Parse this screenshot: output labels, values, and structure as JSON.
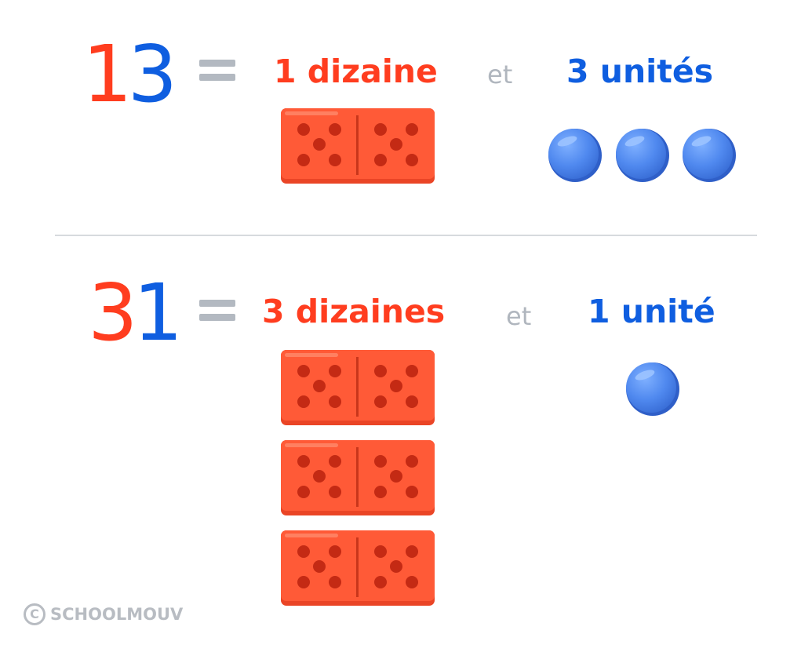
{
  "colors": {
    "tens": "#ff3d1f",
    "units": "#0f5ee0",
    "muted": "#b0b6be",
    "domino": "#ff5a37",
    "domino_dot": "#c42a14",
    "ball": "#4f8df0"
  },
  "rows": [
    {
      "number_tens_digit": "1",
      "number_units_digit": "3",
      "tens_label": "1 dizaine",
      "connector": "et",
      "units_label": "3 unités",
      "tens_count": 1,
      "units_count": 3
    },
    {
      "number_tens_digit": "3",
      "number_units_digit": "1",
      "tens_label": "3 dizaines",
      "connector": "et",
      "units_label": "1 unité",
      "tens_count": 3,
      "units_count": 1
    }
  ],
  "icons": {
    "ten_block": "domino-icon",
    "unit": "ball-icon"
  },
  "watermark": "SCHOOLMOUV"
}
